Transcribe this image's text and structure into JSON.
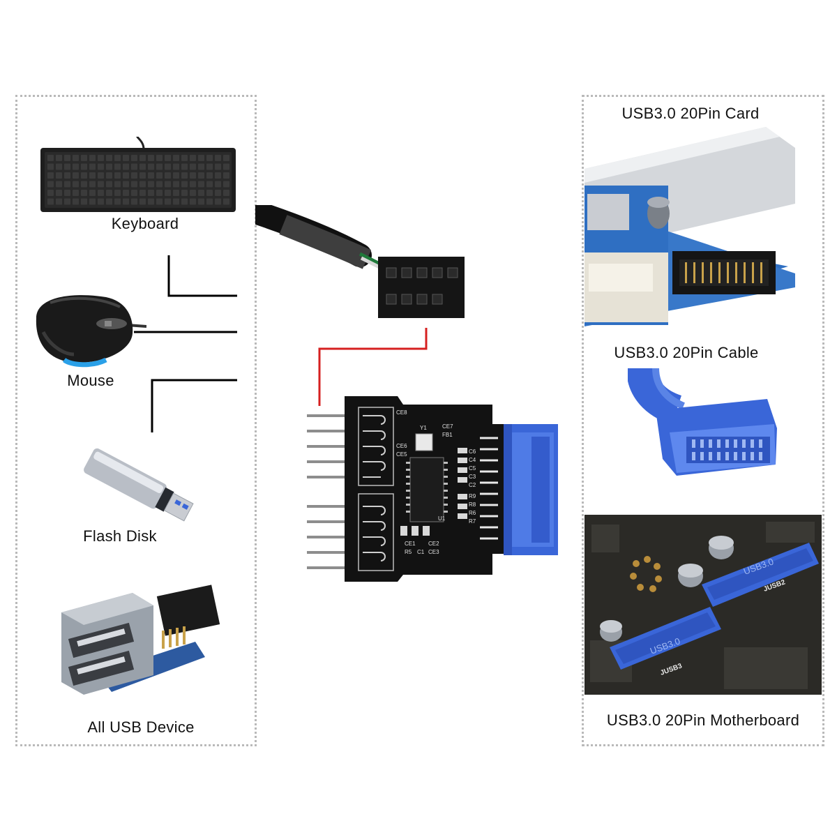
{
  "left_panel": {
    "keyboard": "Keyboard",
    "mouse": "Mouse",
    "flash_disk": "Flash Disk",
    "all_usb": "All USB Device"
  },
  "right_panel": {
    "card": "USB3.0 20Pin Card",
    "cable": "USB3.0 20Pin Cable",
    "motherboard": "USB3.0 20Pin Motherboard"
  },
  "adapter_board": {
    "silk_labels": [
      "CE8",
      "CE6",
      "CE5",
      "Y1",
      "CE7",
      "FB1",
      "C6",
      "C4",
      "C5",
      "C3",
      "C2",
      "R9",
      "R8",
      "R6",
      "R7",
      "CE1",
      "R5",
      "C1",
      "CE2",
      "CE3",
      "U1"
    ]
  },
  "motherboard_silk": {
    "header_1": "JUSB2",
    "header_2": "JUSB3",
    "port_text": "USB3.0"
  },
  "colors": {
    "connector_line": "#000000",
    "red_line": "#d62020",
    "pcb": "#111111",
    "usb3_blue": "#3a66d8",
    "card_pcb": "#2f6fc2"
  }
}
